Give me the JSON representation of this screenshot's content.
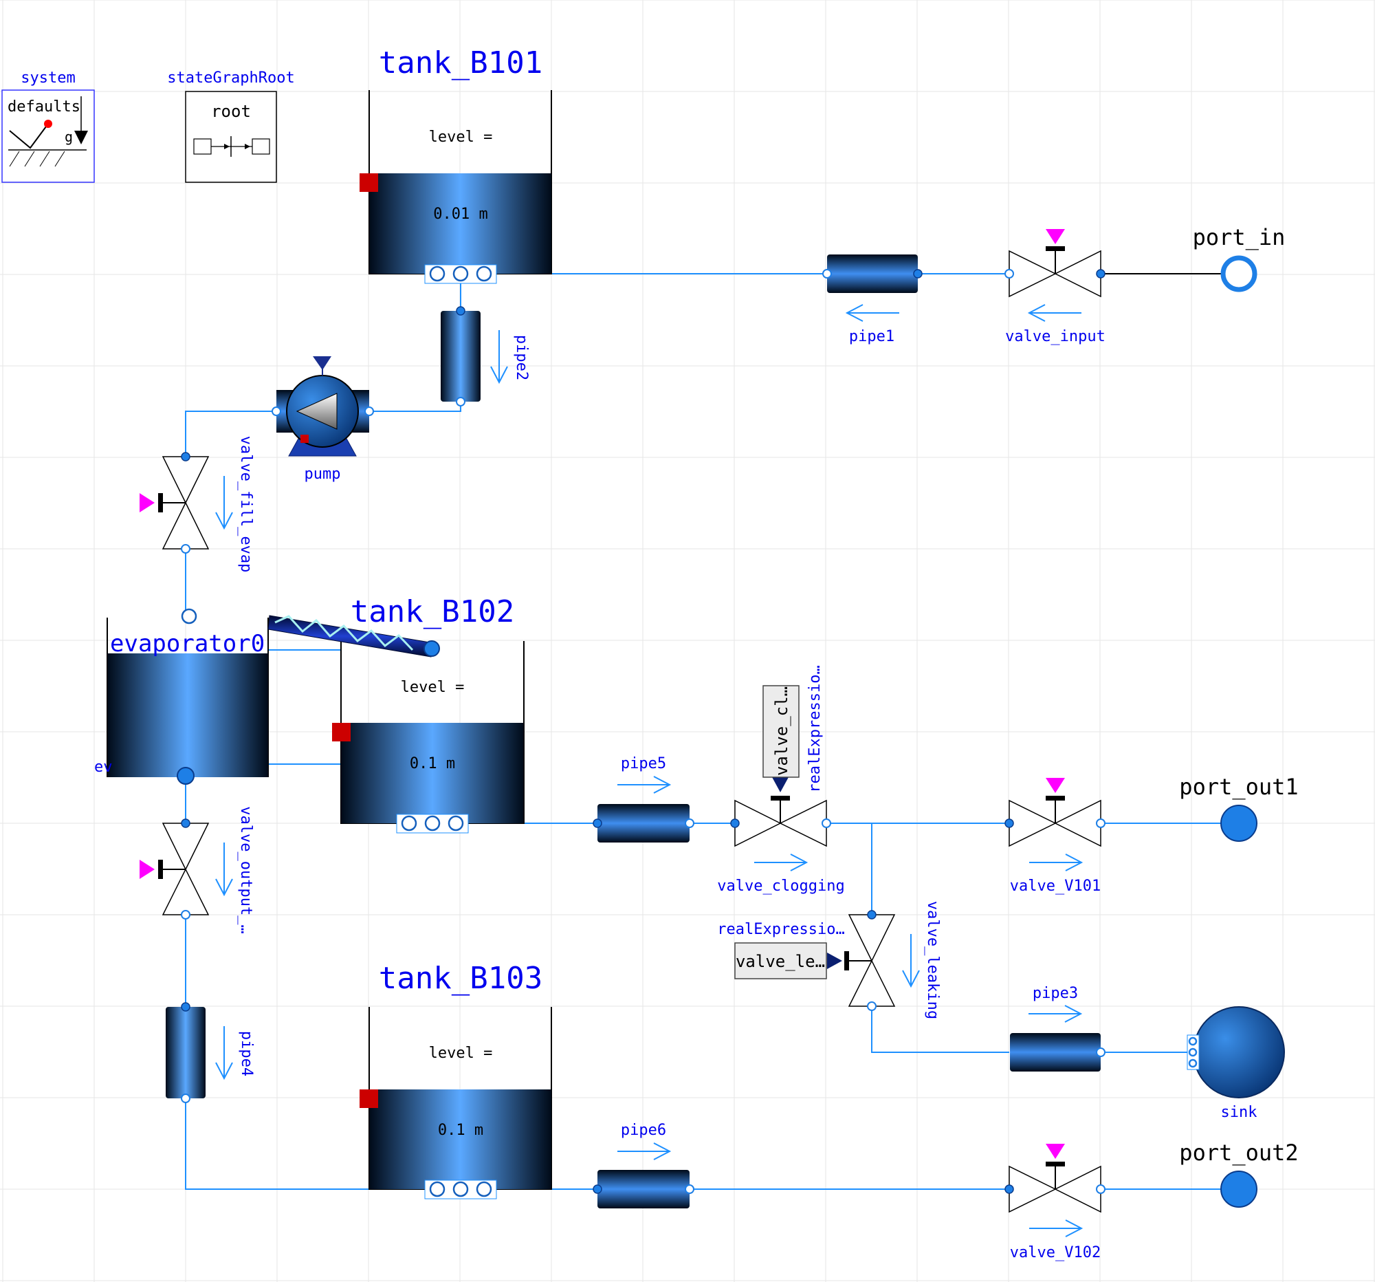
{
  "colors": {
    "connection": "#1e90ff",
    "label": "#0000ee",
    "control_signal": "#ff00ff",
    "heat_port": "#cc0000",
    "grid": "#e6e6e6"
  },
  "icons": {
    "system": "world-gravity-icon",
    "stateGraphRoot": "state-graph-root-icon",
    "tank": "open-tank-icon",
    "pipe": "pipe-icon",
    "valve": "valve-icon",
    "pump": "pump-icon",
    "sink": "boundary-sink-icon",
    "evaporator": "evaporator-icon",
    "heater": "heating-rod-icon",
    "port_in": "fluid-port-inlet-icon",
    "port_out": "fluid-port-outlet-icon"
  },
  "system": {
    "name": "system",
    "text": "defaults",
    "gravity": "g"
  },
  "state_graph_root": {
    "name": "stateGraphRoot",
    "text": "root"
  },
  "tanks": [
    {
      "name": "tank_B101",
      "level_label": "level =",
      "level_value": "0.01 m"
    },
    {
      "name": "tank_B102",
      "level_label": "level =",
      "level_value": "0.1 m"
    },
    {
      "name": "tank_B103",
      "level_label": "level =",
      "level_value": "0.1 m"
    }
  ],
  "evaporator": {
    "name": "evaporator0",
    "clipped_label": "ev"
  },
  "pump": {
    "name": "pump"
  },
  "pipes": [
    "pipe1",
    "pipe2",
    "pipe3",
    "pipe4",
    "pipe5",
    "pipe6"
  ],
  "valves": {
    "input": "valve_input",
    "fill_evap": "valve_fill_evap",
    "output": "valve_output_…",
    "clogging": "valve_clogging",
    "v101": "valve_V101",
    "v102": "valve_V102",
    "leaking": "valve_leaking"
  },
  "ports": {
    "in": "port_in",
    "out1": "port_out1",
    "out2": "port_out2"
  },
  "sink": {
    "name": "sink"
  },
  "real_expressions": [
    {
      "name": "realExpressio…",
      "value": "valve_cl…"
    },
    {
      "name": "realExpressio…",
      "value": "valve_le…"
    }
  ]
}
